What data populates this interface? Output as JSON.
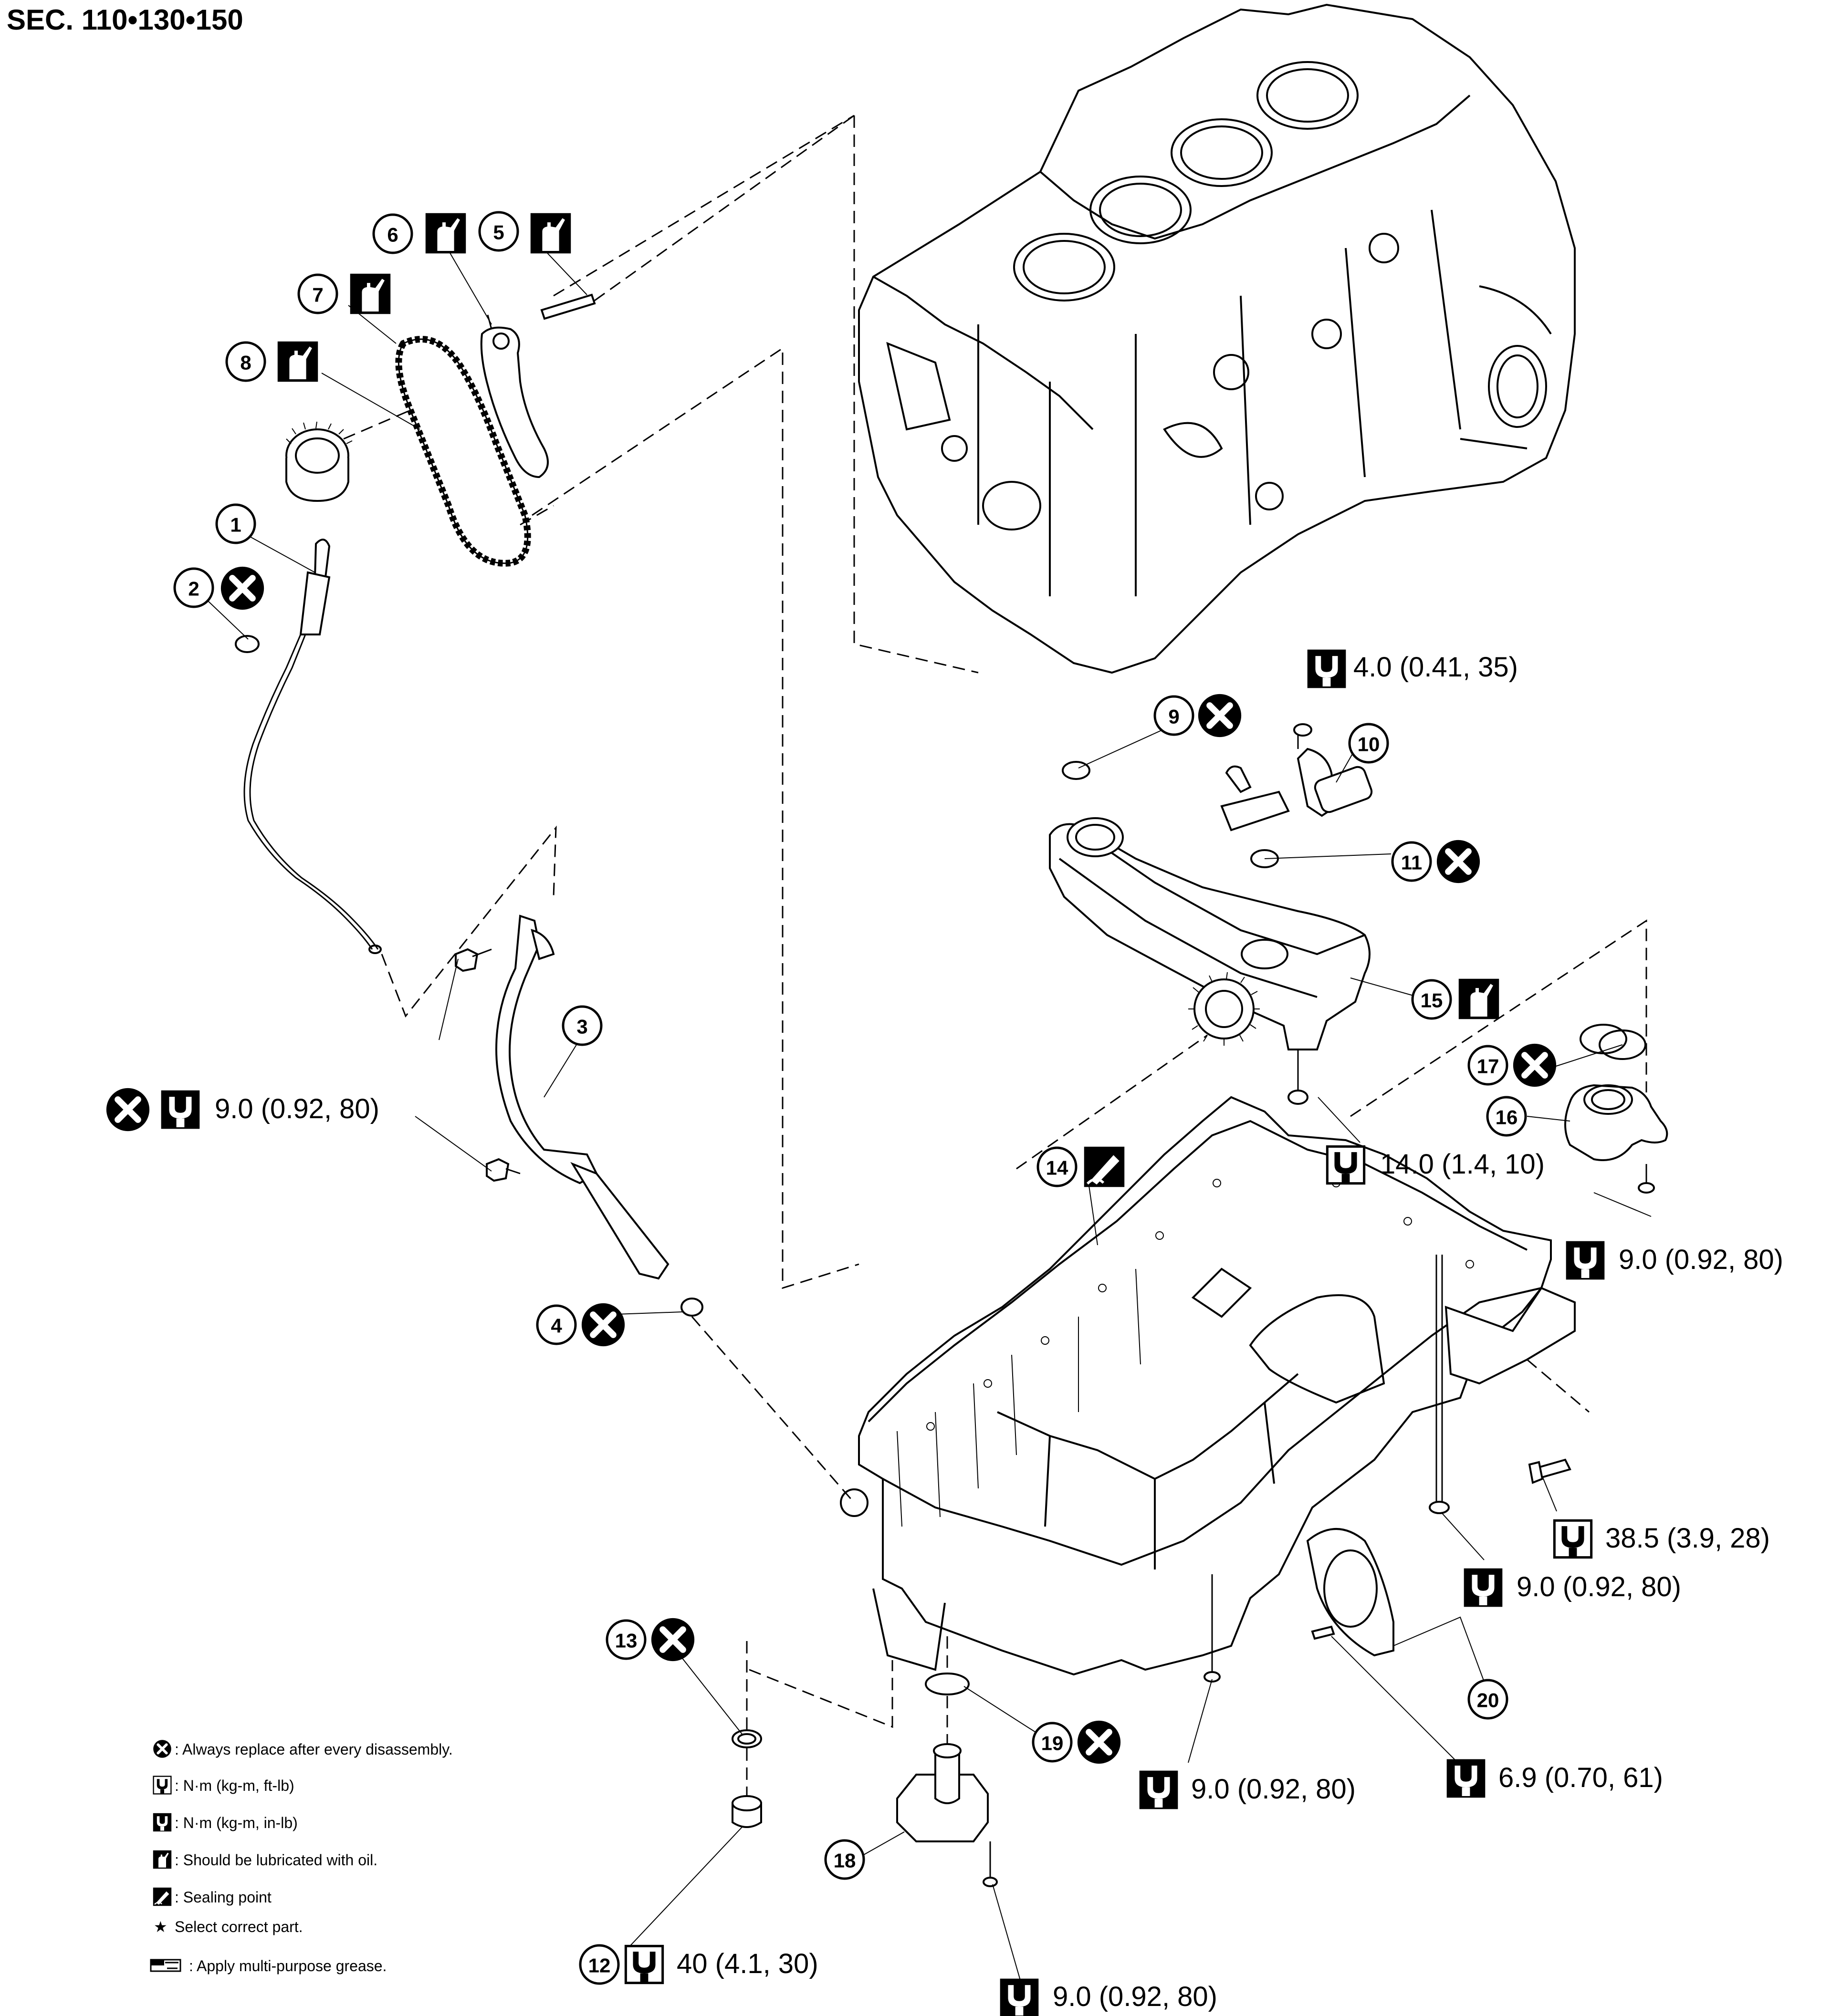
{
  "section_title": "SEC. 110•130•150",
  "callouts": {
    "c1": "1",
    "c2": "2",
    "c3": "3",
    "c4": "4",
    "c5": "5",
    "c6": "6",
    "c7": "7",
    "c8": "8",
    "c9": "9",
    "c10": "10",
    "c11": "11",
    "c12": "12",
    "c13": "13",
    "c14": "14",
    "c15": "15",
    "c16": "16",
    "c17": "17",
    "c18": "18",
    "c19": "19",
    "c20": "20"
  },
  "torques": {
    "t_oil_control_valve": "4.0 (0.41, 35)",
    "t_dipstick_guide": "9.0 (0.92, 80)",
    "t_oil_pump": "14.0 (1.4, 10)",
    "t_oil_level_sensor": "9.0 (0.92, 80)",
    "t_side_bolt": "38.5 (3.9, 28)",
    "t_long_bolt": "9.0 (0.92, 80)",
    "t_pan_bolt": "9.0 (0.92, 80)",
    "t_rear_plate": "6.9 (0.70, 61)",
    "t_drain_plug": "40 (4.1, 30)",
    "t_oil_filter_bracket": "9.0 (0.92, 80)"
  },
  "legend": [
    {
      "icon": "replace-icon",
      "text": ": Always replace after every disassembly."
    },
    {
      "icon": "torque-nm-ftlb-icon",
      "text": ": N·m (kg-m, ft-lb)"
    },
    {
      "icon": "torque-nm-inlb-icon",
      "text": ": N·m (kg-m, in-lb)"
    },
    {
      "icon": "oil-can-icon",
      "text": ": Should be lubricated with oil."
    },
    {
      "icon": "sealant-icon",
      "text": ": Sealing point"
    },
    {
      "icon": "star-icon",
      "text": "Select correct part."
    },
    {
      "icon": "grease-icon",
      "text": ": Apply multi-purpose grease."
    }
  ],
  "legend_star_glyph": "★"
}
